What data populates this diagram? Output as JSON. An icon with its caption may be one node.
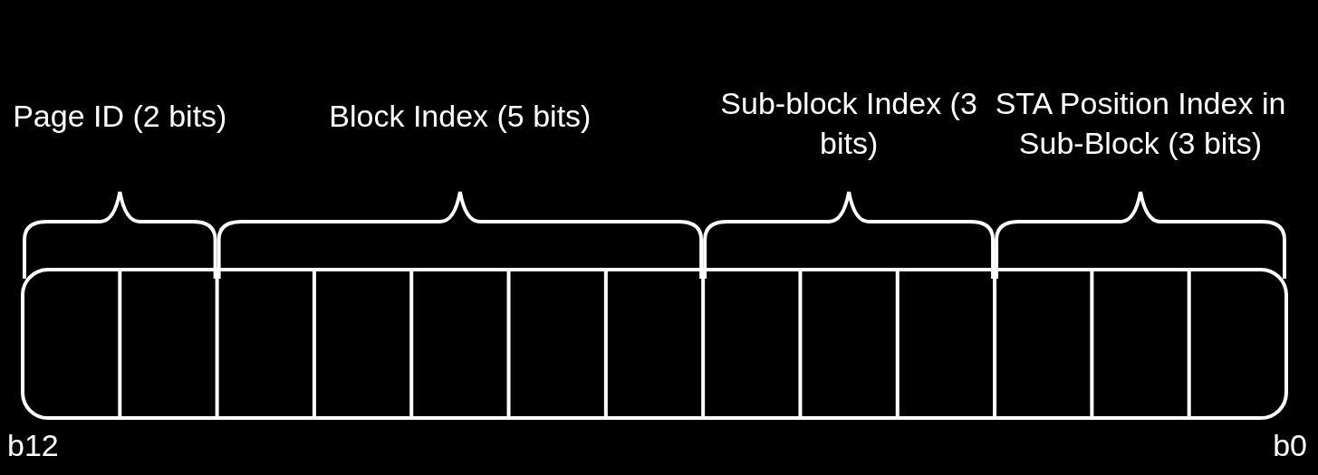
{
  "diagram": {
    "labels": [
      "Page ID (2 bits)",
      "Block Index (5 bits)",
      "Sub-block Index (3 bits)",
      "STA Position Index in Sub-Block (3 bits)",
      "b12",
      "b0"
    ]
  }
}
